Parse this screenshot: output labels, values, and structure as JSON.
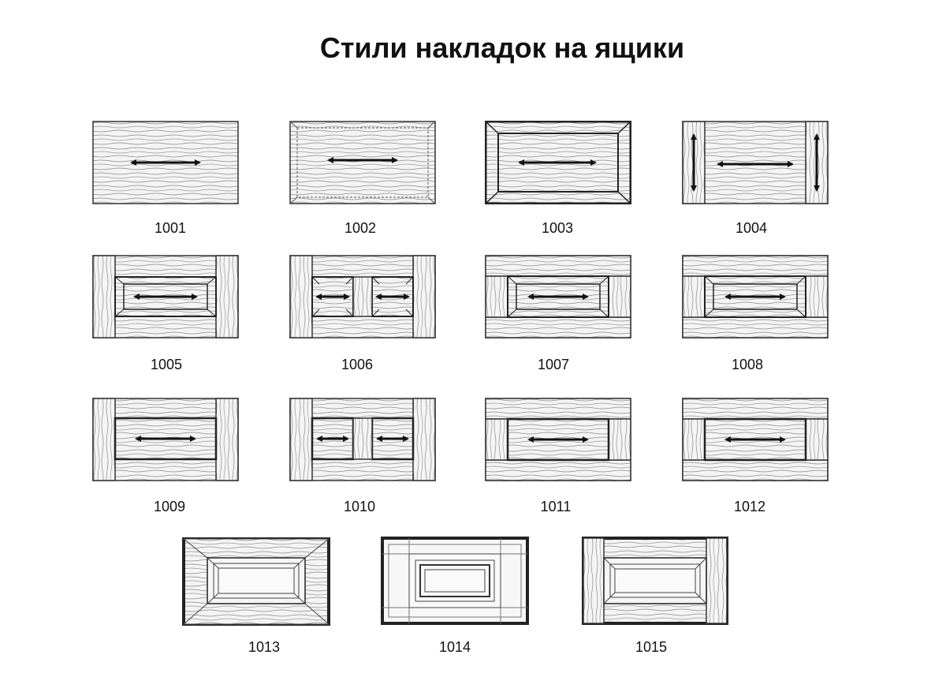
{
  "title": "Стили накладок на ящики",
  "styles": [
    {
      "code": "1001"
    },
    {
      "code": "1002"
    },
    {
      "code": "1003"
    },
    {
      "code": "1004"
    },
    {
      "code": "1005"
    },
    {
      "code": "1006"
    },
    {
      "code": "1007"
    },
    {
      "code": "1008"
    },
    {
      "code": "1009"
    },
    {
      "code": "1010"
    },
    {
      "code": "1011"
    },
    {
      "code": "1012"
    },
    {
      "code": "1013"
    },
    {
      "code": "1014"
    },
    {
      "code": "1015"
    }
  ]
}
